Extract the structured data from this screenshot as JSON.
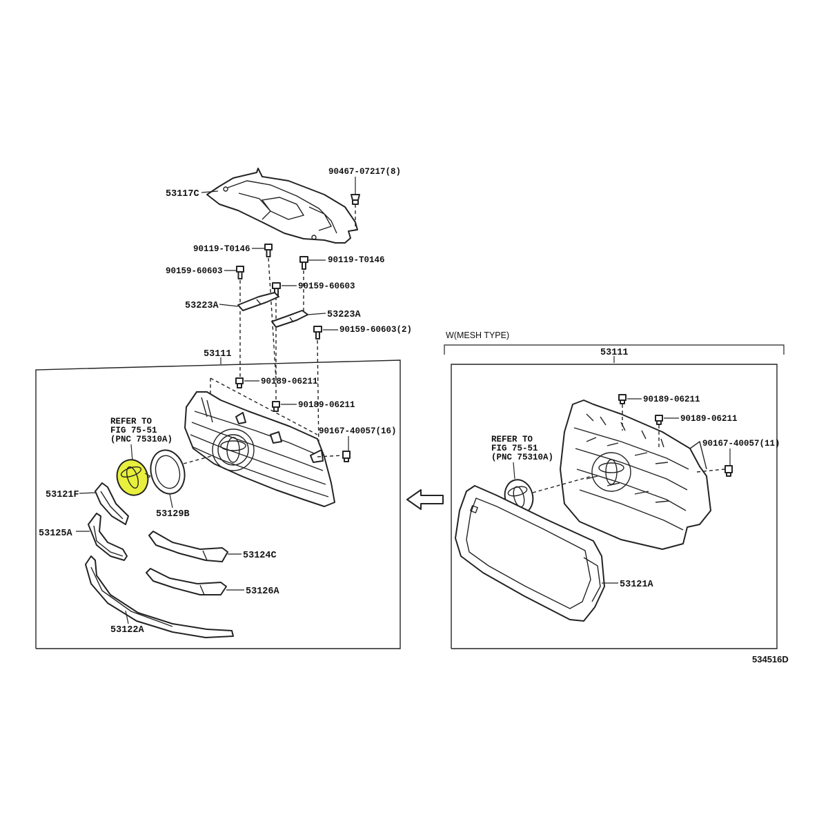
{
  "top_parts": {
    "label_53117c": "53117C",
    "label_90467": "90467-07217(8)",
    "label_90119_left": "90119-T0146",
    "label_90119_right": "90119-T0146",
    "label_90159_left": "90159-60603",
    "label_90159_mid": "90159-60603",
    "label_53223a_left": "53223A",
    "label_53223a_right": "53223A",
    "label_90159_right": "90159-60603(2)"
  },
  "left_box": {
    "header": "53111",
    "label_90189_a": "90189-06211",
    "label_90189_b": "90189-06211",
    "label_90167": "90167-40057(16)",
    "refer_line1": "REFER TO",
    "refer_line2": "FIG 75-51",
    "refer_line3": "(PNC 75310A)",
    "label_53121f": "53121F",
    "label_53129b": "53129B",
    "label_53125a": "53125A",
    "label_53124c": "53124C",
    "label_53126a": "53126A",
    "label_53122a": "53122A"
  },
  "right_box": {
    "variant": "W(MESH TYPE)",
    "header": "53111",
    "label_90189_a": "90189-06211",
    "label_90189_b": "90189-06211",
    "label_90167": "90167-40057(11)",
    "refer_line1": "REFER TO",
    "refer_line2": "FIG 75-51",
    "refer_line3": "(PNC 75310A)",
    "label_53121a": "53121A"
  },
  "figure_code": "534516D",
  "highlight_color": "#e8ef3c",
  "icons": [
    "toyota-emblem-icon",
    "arrow-left-icon",
    "clip-icon",
    "bolt-icon"
  ]
}
